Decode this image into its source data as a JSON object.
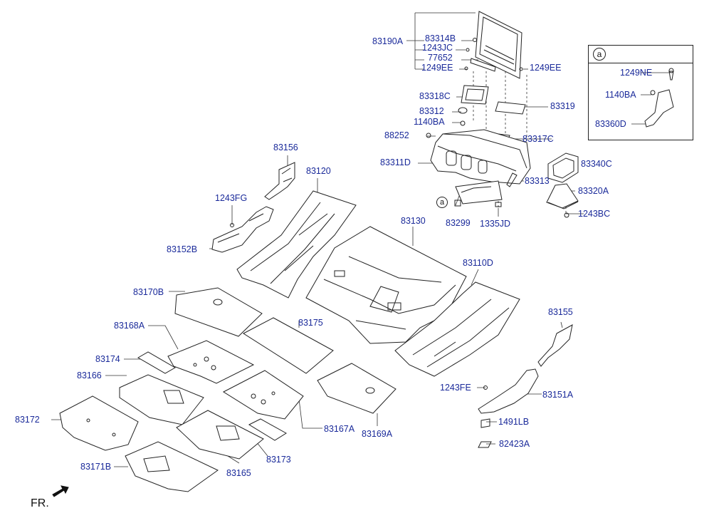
{
  "diagram": {
    "front_label": "FR.",
    "inset_marker": "a",
    "console_marker": "a",
    "labels": {
      "l83190A": "83190A",
      "l83314B": "83314B",
      "l1243JC": "1243JC",
      "l77652": "77652",
      "l1249EE_a": "1249EE",
      "l1249EE_b": "1249EE",
      "l83318C": "83318C",
      "l83312": "83312",
      "l1140BA_a": "1140BA",
      "l83319": "83319",
      "l88252": "88252",
      "l83317C": "83317C",
      "l83311D": "83311D",
      "l83340C": "83340C",
      "l83313": "83313",
      "l83320A": "83320A",
      "l83299": "83299",
      "l1335JD": "1335JD",
      "l1243BC": "1243BC",
      "l1249NE": "1249NE",
      "l1140BA_b": "1140BA",
      "l83360D": "83360D",
      "l83156": "83156",
      "l83120": "83120",
      "l1243FG": "1243FG",
      "l83152B": "83152B",
      "l83130": "83130",
      "l83110D": "83110D",
      "l83170B": "83170B",
      "l83168A": "83168A",
      "l83175": "83175",
      "l83174": "83174",
      "l83166": "83166",
      "l83155": "83155",
      "l1243FE": "1243FE",
      "l83151A": "83151A",
      "l83172": "83172",
      "l83167A": "83167A",
      "l83169A": "83169A",
      "l1491LB": "1491LB",
      "l83173": "83173",
      "l82423A": "82423A",
      "l83171B": "83171B",
      "l83165": "83165"
    }
  }
}
